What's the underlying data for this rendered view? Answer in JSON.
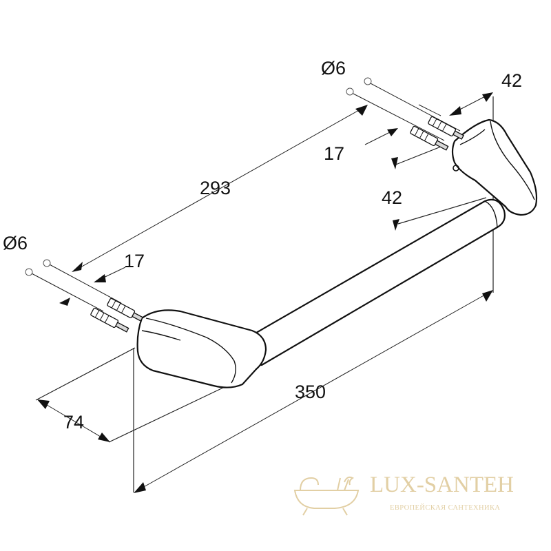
{
  "dimensions": {
    "overall_length": "350",
    "hole_spacing": "293",
    "projection": "74",
    "height_left": "17",
    "height_right": "17",
    "depth_right_upper": "42",
    "depth_right_lower": "42",
    "screw_diameter_left": "Ø6",
    "screw_diameter_right": "Ø6"
  },
  "watermark": {
    "brand": "LUX-SANTEH",
    "tagline": "ЕВРОПЕЙСКАЯ САНТЕХНИКА",
    "color": "#e2cfa4"
  }
}
